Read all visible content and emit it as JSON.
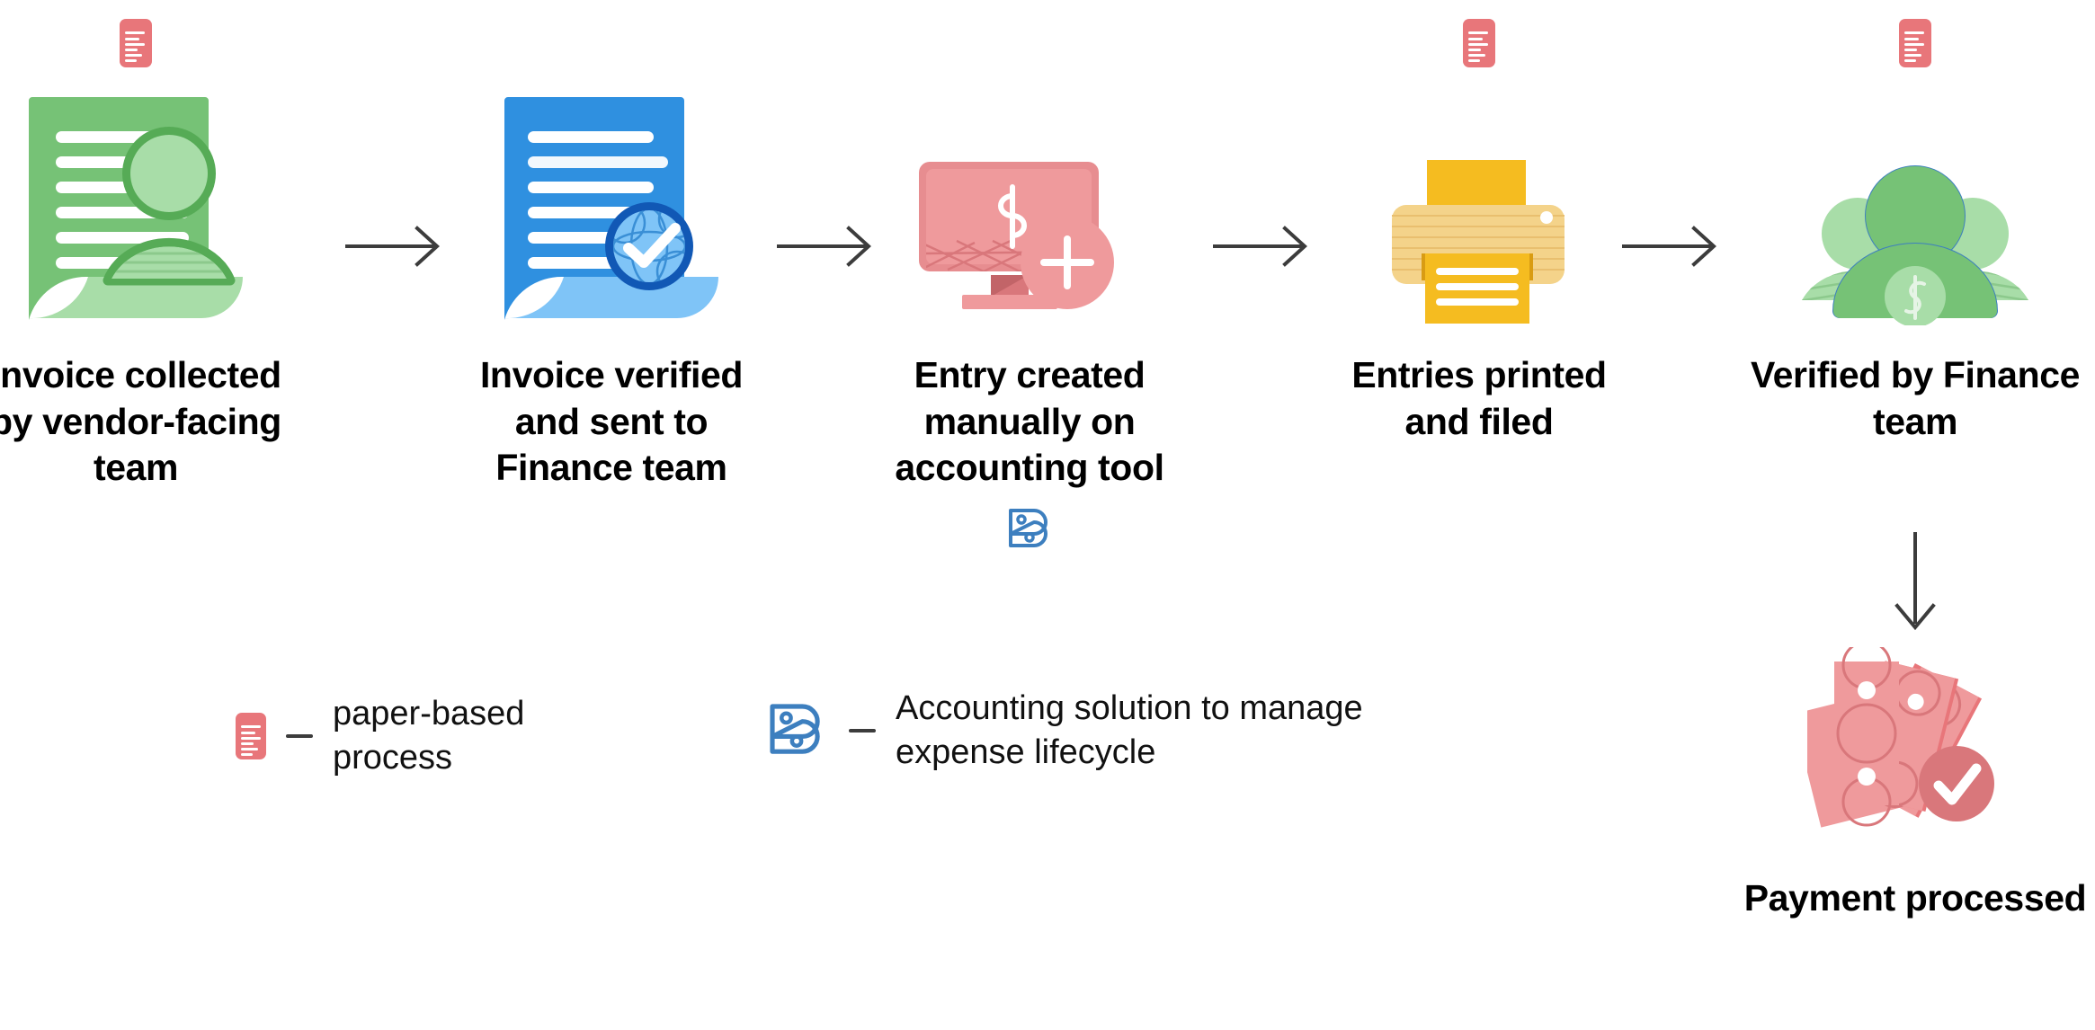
{
  "diagram": {
    "title_present": false,
    "colors": {
      "paper_red": "#e8767a",
      "green_doc": "#76c276",
      "green_light": "#a8dda8",
      "blue_doc": "#2f90e0",
      "blue_light": "#7fc4f7",
      "blue_dark": "#1158b5",
      "pink": "#ef9a9c",
      "pink_dark": "#d9777b",
      "yellow": "#f5bc20",
      "yellow_light": "#f4d38a",
      "accent_blue": "#3d7fbf",
      "arrow": "#3c3c3c",
      "text": "#000000"
    },
    "steps": [
      {
        "id": "step-1",
        "label": "Invoice collected by vendor-facing team",
        "icon": "document-person-icon",
        "marker": "paper-based-process",
        "has_paper_marker": true,
        "has_tool_marker": false
      },
      {
        "id": "step-2",
        "label": "Invoice verified and sent to Finance team",
        "icon": "document-verified-icon",
        "marker": "none",
        "has_paper_marker": false,
        "has_tool_marker": false
      },
      {
        "id": "step-3",
        "label": "Entry created manually on accounting tool",
        "icon": "monitor-dollar-add-icon",
        "marker": "accounting-solution",
        "has_paper_marker": false,
        "has_tool_marker": true
      },
      {
        "id": "step-4",
        "label": "Entries printed and filed",
        "icon": "printer-icon",
        "marker": "paper-based-process",
        "has_paper_marker": true,
        "has_tool_marker": false
      },
      {
        "id": "step-5",
        "label": "Verified by Finance team",
        "icon": "finance-team-icon",
        "marker": "paper-based-process",
        "has_paper_marker": true,
        "has_tool_marker": false
      }
    ],
    "final_step": {
      "id": "final-step",
      "label": "Payment processed",
      "icon": "cash-check-icon"
    },
    "arrows": {
      "horizontal_count": 4,
      "vertical_count": 1,
      "direction_horizontal": "right",
      "direction_vertical": "down"
    },
    "legend": [
      {
        "id": "legend-paper",
        "icon": "paper-document-icon",
        "separator": "—",
        "text": "paper-based process"
      },
      {
        "id": "legend-accounting",
        "icon": "accounting-b-icon",
        "separator": "—",
        "text": "Accounting solution to manage expense lifecycle"
      }
    ]
  }
}
